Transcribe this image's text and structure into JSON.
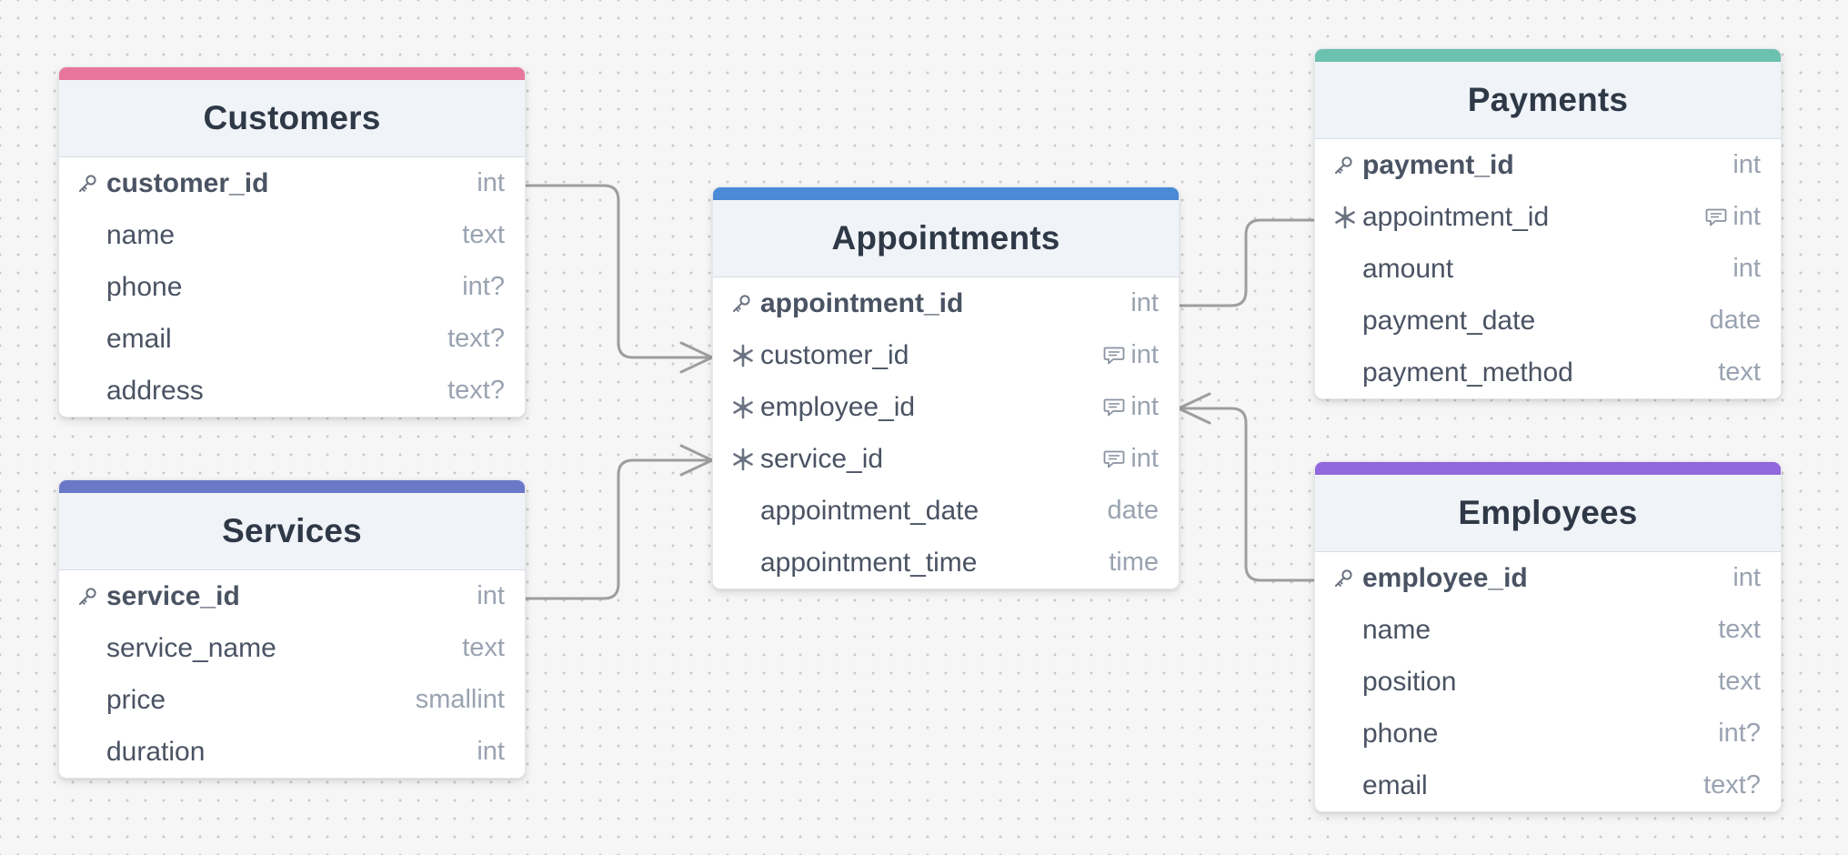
{
  "diagram": {
    "tables": [
      {
        "id": "customers",
        "title": "Customers",
        "accent": "#e8769c",
        "columns": [
          {
            "name": "customer_id",
            "type": "int",
            "pk": true
          },
          {
            "name": "name",
            "type": "text"
          },
          {
            "name": "phone",
            "type": "int?"
          },
          {
            "name": "email",
            "type": "text?"
          },
          {
            "name": "address",
            "type": "text?"
          }
        ]
      },
      {
        "id": "services",
        "title": "Services",
        "accent": "#6b78c8",
        "columns": [
          {
            "name": "service_id",
            "type": "int",
            "pk": true
          },
          {
            "name": "service_name",
            "type": "text"
          },
          {
            "name": "price",
            "type": "smallint"
          },
          {
            "name": "duration",
            "type": "int"
          }
        ]
      },
      {
        "id": "appointments",
        "title": "Appointments",
        "accent": "#4a8ad6",
        "columns": [
          {
            "name": "appointment_id",
            "type": "int",
            "pk": true
          },
          {
            "name": "customer_id",
            "type": "int",
            "fk": true,
            "note": true
          },
          {
            "name": "employee_id",
            "type": "int",
            "fk": true,
            "note": true
          },
          {
            "name": "service_id",
            "type": "int",
            "fk": true,
            "note": true
          },
          {
            "name": "appointment_date",
            "type": "date"
          },
          {
            "name": "appointment_time",
            "type": "time"
          }
        ]
      },
      {
        "id": "payments",
        "title": "Payments",
        "accent": "#6cc0b0",
        "columns": [
          {
            "name": "payment_id",
            "type": "int",
            "pk": true
          },
          {
            "name": "appointment_id",
            "type": "int",
            "fk": true,
            "note": true
          },
          {
            "name": "amount",
            "type": "int"
          },
          {
            "name": "payment_date",
            "type": "date"
          },
          {
            "name": "payment_method",
            "type": "text"
          }
        ]
      },
      {
        "id": "employees",
        "title": "Employees",
        "accent": "#9266dd",
        "columns": [
          {
            "name": "employee_id",
            "type": "int",
            "pk": true
          },
          {
            "name": "name",
            "type": "text"
          },
          {
            "name": "position",
            "type": "text"
          },
          {
            "name": "phone",
            "type": "int?"
          },
          {
            "name": "email",
            "type": "text?"
          }
        ]
      }
    ],
    "relationships": [
      {
        "from": "customers.customer_id",
        "to": "appointments.customer_id",
        "cardinality": "one-to-many"
      },
      {
        "from": "services.service_id",
        "to": "appointments.service_id",
        "cardinality": "one-to-many"
      },
      {
        "from": "payments.appointment_id",
        "to": "appointments.appointment_id",
        "cardinality": "one-to-one"
      },
      {
        "from": "employees.employee_id",
        "to": "appointments.employee_id",
        "cardinality": "one-to-many"
      }
    ],
    "colors": {
      "link": "#9e9e9e",
      "header_bg": "#f0f4f9",
      "title_text": "#2f3846",
      "column_text": "#4a5363",
      "type_text": "#9aa3b1"
    }
  }
}
